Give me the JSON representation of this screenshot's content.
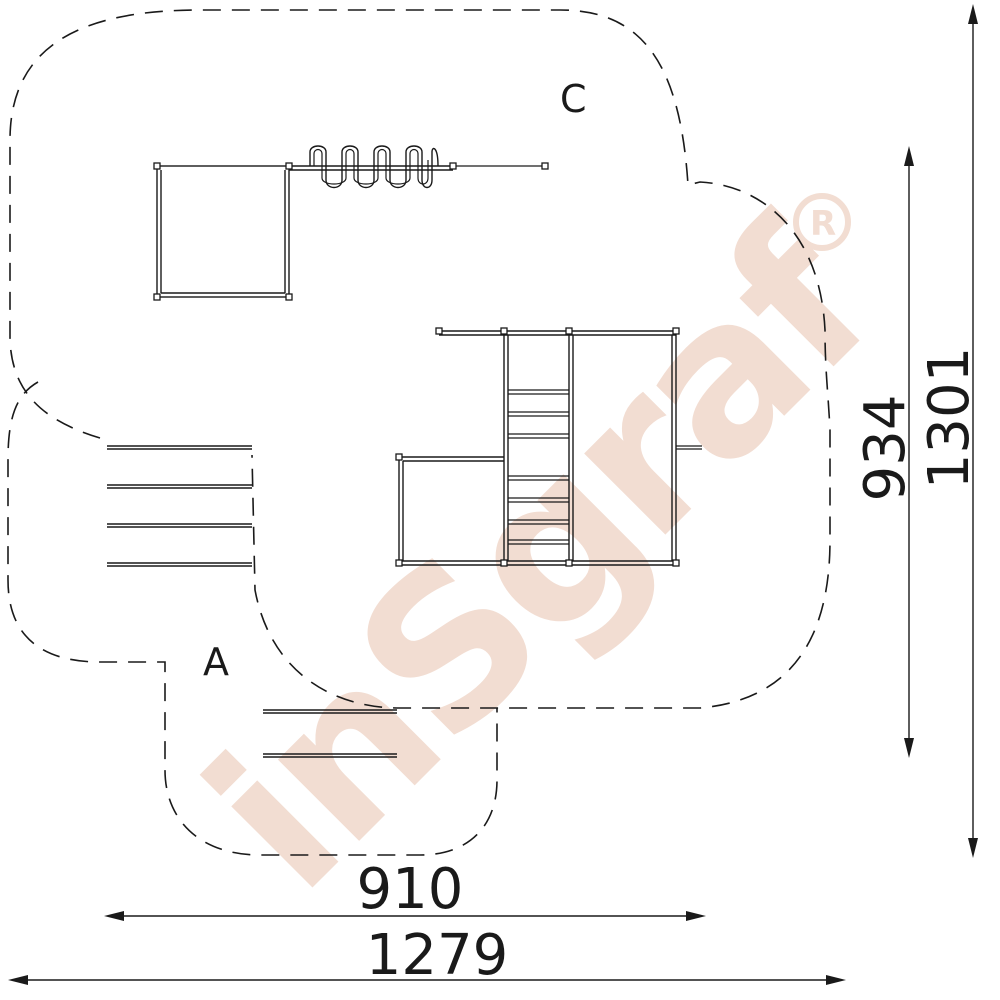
{
  "watermark": {
    "text": "inSgraf",
    "mark": "R"
  },
  "zones": {
    "a": "A",
    "c": "C"
  },
  "dimensions": {
    "inner_width": "910",
    "outer_width": "1279",
    "inner_height": "934",
    "outer_height": "1301"
  }
}
